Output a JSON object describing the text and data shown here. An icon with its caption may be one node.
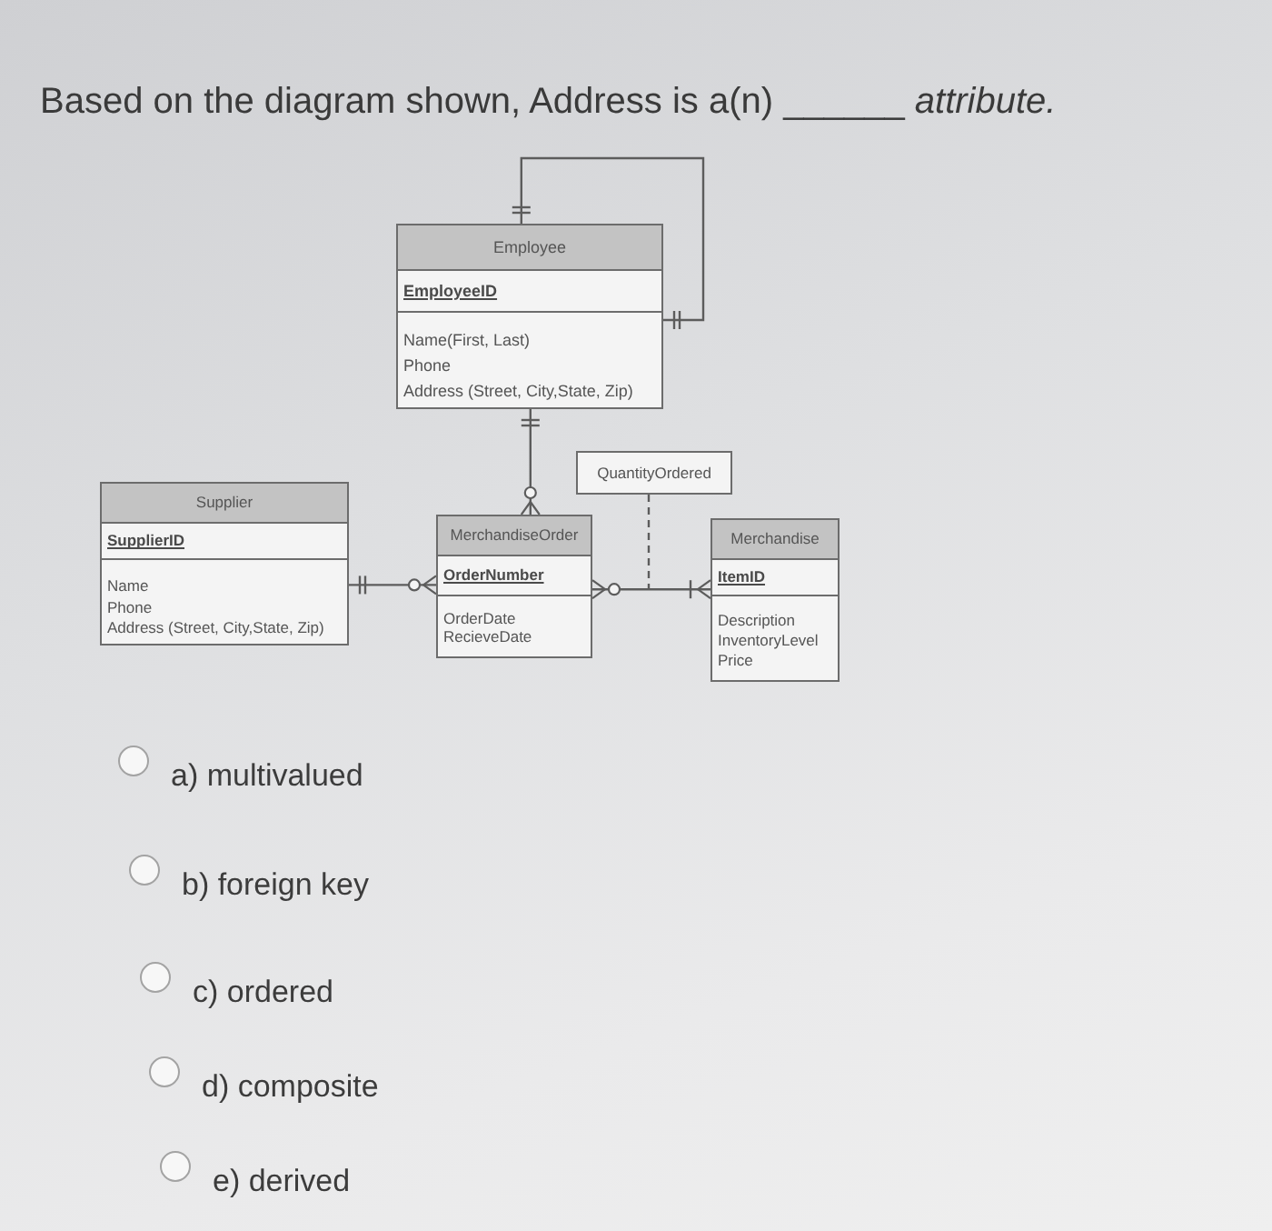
{
  "diagram": {
    "title": "Based on the diagram shown, Address is a(n) ______ *attribute.*",
    "nodes": [
      {
        "text": [
          "Employee",
          "EmployeeID",
          "Name(First, Last)",
          "Phone",
          "Address (Street, City,State, Zip)"
        ]
      },
      {
        "text": [
          "QuantityOrdered"
        ]
      },
      {
        "text": [
          "Supplier",
          "SupplierID",
          "Name",
          "Phone",
          "Address (Street, City,State, Zip)"
        ]
      },
      {
        "text": [
          "MerchandiseOrder",
          "OrderNumber",
          "OrderDate",
          "RecieveDate"
        ]
      },
      {
        "text": [
          "Merchandise",
          "ItemID",
          "Description",
          "InventoryLevel",
          "Price"
        ]
      }
    ],
    "edges": [
      {
        "from": 0,
        "to": 0,
        "arrow": "other"
      },
      {
        "from": 0,
        "to": 3,
        "arrow": "other"
      },
      {
        "from": 2,
        "to": 3,
        "arrow": "other"
      },
      {
        "from": 3,
        "to": 4,
        "arrow": "other"
      },
      {
        "from": 1,
        "to": null,
        "arrow": "none",
        "style": "dashed"
      }
    ],
    "labels": [
      "a) multivalued",
      "b) foreign key",
      "c) ordered",
      "d) composite",
      "e) derived"
    ]
  }
}
